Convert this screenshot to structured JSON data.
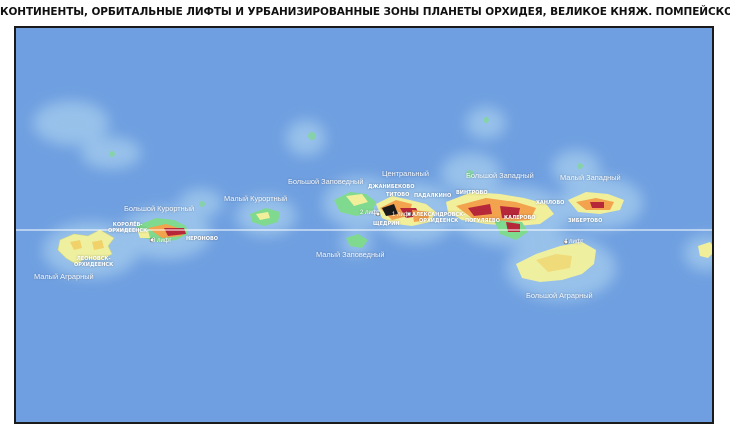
{
  "title": "КОНТИНЕНТЫ, ОРБИТАЛЬНЫЕ ЛИФТЫ И УРБАНИЗИРОВАННЫЕ ЗОНЫ ПЛАНЕТЫ ОРХИДЕЯ, ВЕЛИКОЕ КНЯЖ. ПОМПЕЙСКОЕ",
  "colors": {
    "ocean": "#6f9fe0",
    "shelf": "#a9d0ef",
    "land_green": "#7fd98f",
    "land_yellow": "#f1ef9a",
    "urban_orange": "#f3a24e",
    "urban_red": "#b7273a",
    "equator": "#ffffff"
  },
  "regions": {
    "maly_agrarny": "Малый Аграрный",
    "bolshoy_kurortny": "Большой Курортный",
    "maly_kurortny": "Малый Курортный",
    "bolshoy_zapovedny": "Большой Заповедный",
    "maly_zapovedny": "Малый Заповедный",
    "centralny": "Центральный",
    "bolshoy_zapadny": "Большой Западный",
    "maly_zapadny": "Малый Западный",
    "bolshoy_agrarny": "Большой Аграрный"
  },
  "cities": {
    "leonovsk": "ЛЕОНОВСК-\nОРХИДЕЕНСК",
    "korolev": "КОРОЛЁВ-\nОРХИДЕЕНСК",
    "neronovo": "НЕРОНОВО",
    "dzhanibekovo": "ДЖАНИБЕКОВО",
    "titovo": "ТИТОВО",
    "padalkino": "ПАДАЛКИНО",
    "shchedrin": "ЩЕДРИН",
    "aleksandrovsk": "АЛЕКСАНДРОВСК-\nОРХИДЕЕНСК",
    "vintrovo": "ВИНТРОВО",
    "pogulyaevo": "ПОГУЛЯЕВО",
    "kalerovo": "КАЛЕРОВО",
    "khanlovo": "ХАНЛОВО",
    "zibertovo": "ЗИБЕРТОВО"
  },
  "lifts": {
    "lift1": "1 лифт",
    "lift2": "2 лифт",
    "lift3": "3 лифт",
    "lift4": "4 лифт"
  }
}
